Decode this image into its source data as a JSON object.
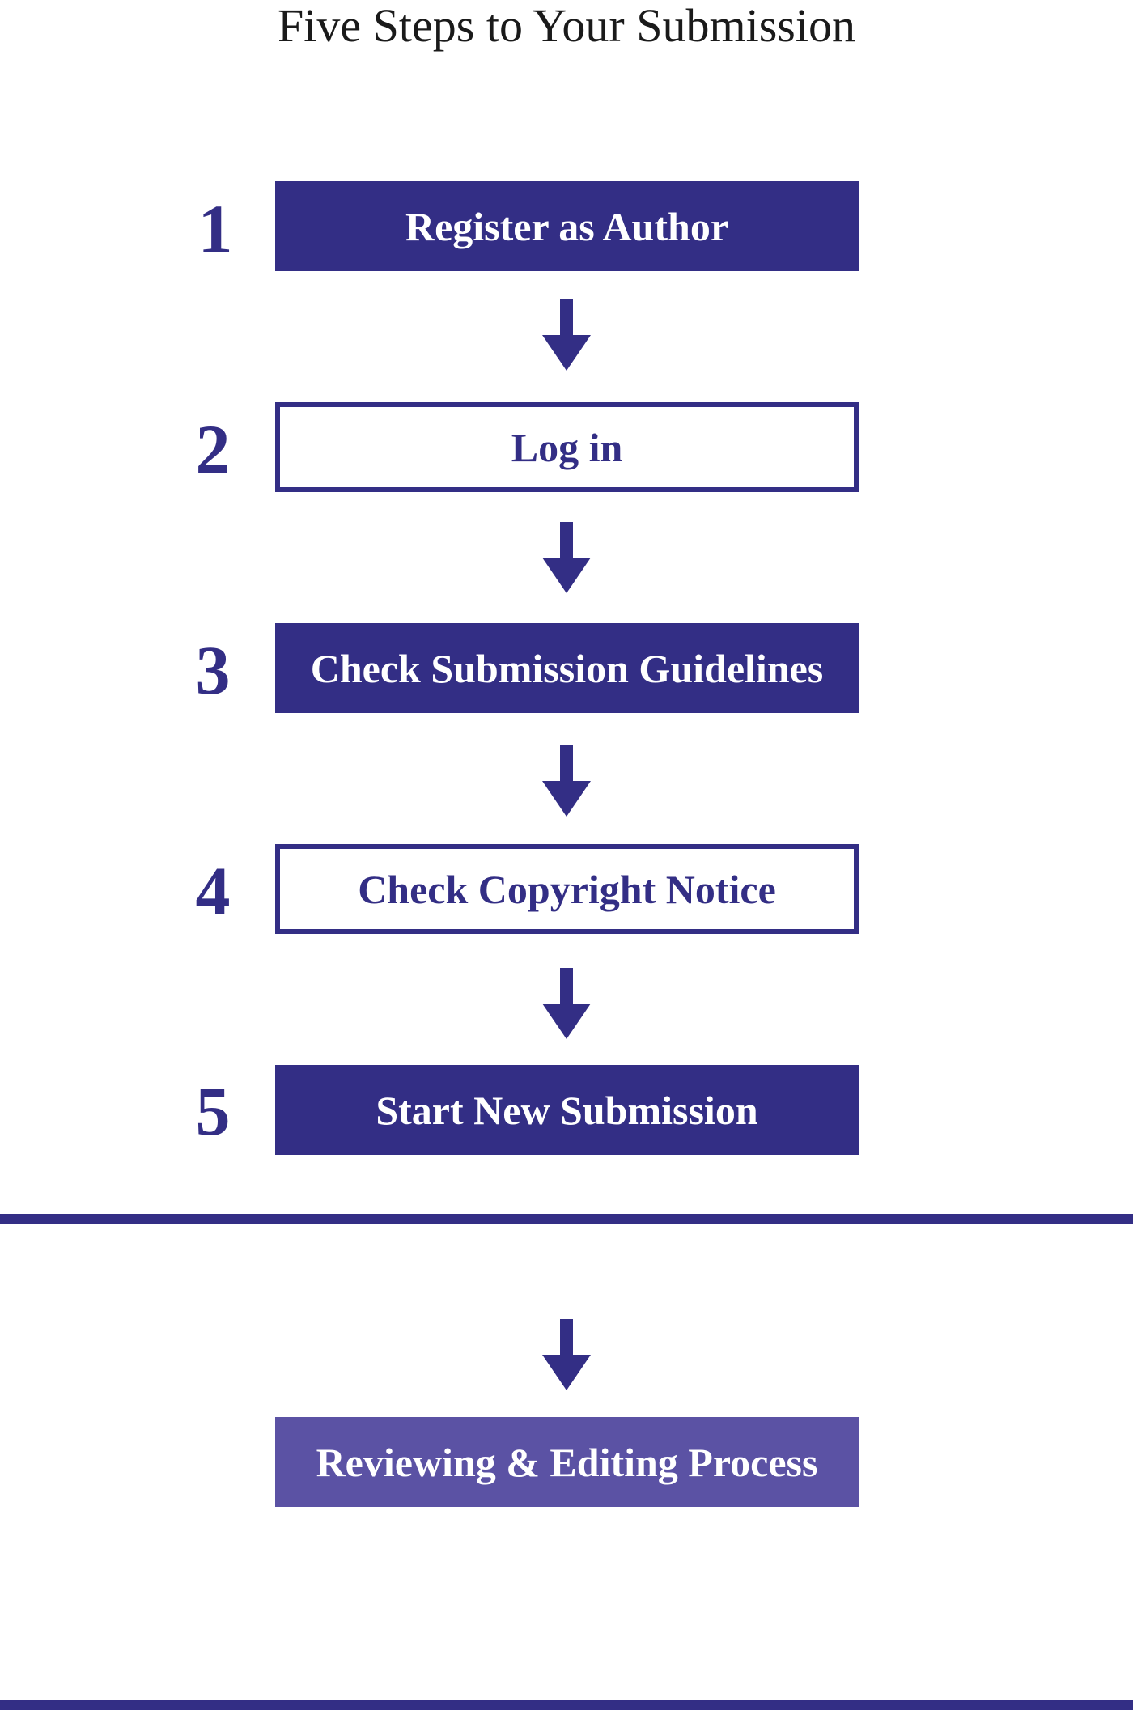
{
  "title": "Five Steps to Your Submission",
  "colors": {
    "primary": "#332e85",
    "secondary": "#5b52a4",
    "title_text": "#1a1a1a"
  },
  "steps": [
    {
      "number": "1",
      "label": "Register as Author",
      "style": "filled"
    },
    {
      "number": "2",
      "label": "Log in",
      "style": "outlined"
    },
    {
      "number": "3",
      "label": "Check Submission Guidelines",
      "style": "filled"
    },
    {
      "number": "4",
      "label": "Check Copyright Notice",
      "style": "outlined"
    },
    {
      "number": "5",
      "label": "Start New Submission",
      "style": "filled"
    }
  ],
  "final_step": {
    "label": "Reviewing & Editing Process"
  }
}
